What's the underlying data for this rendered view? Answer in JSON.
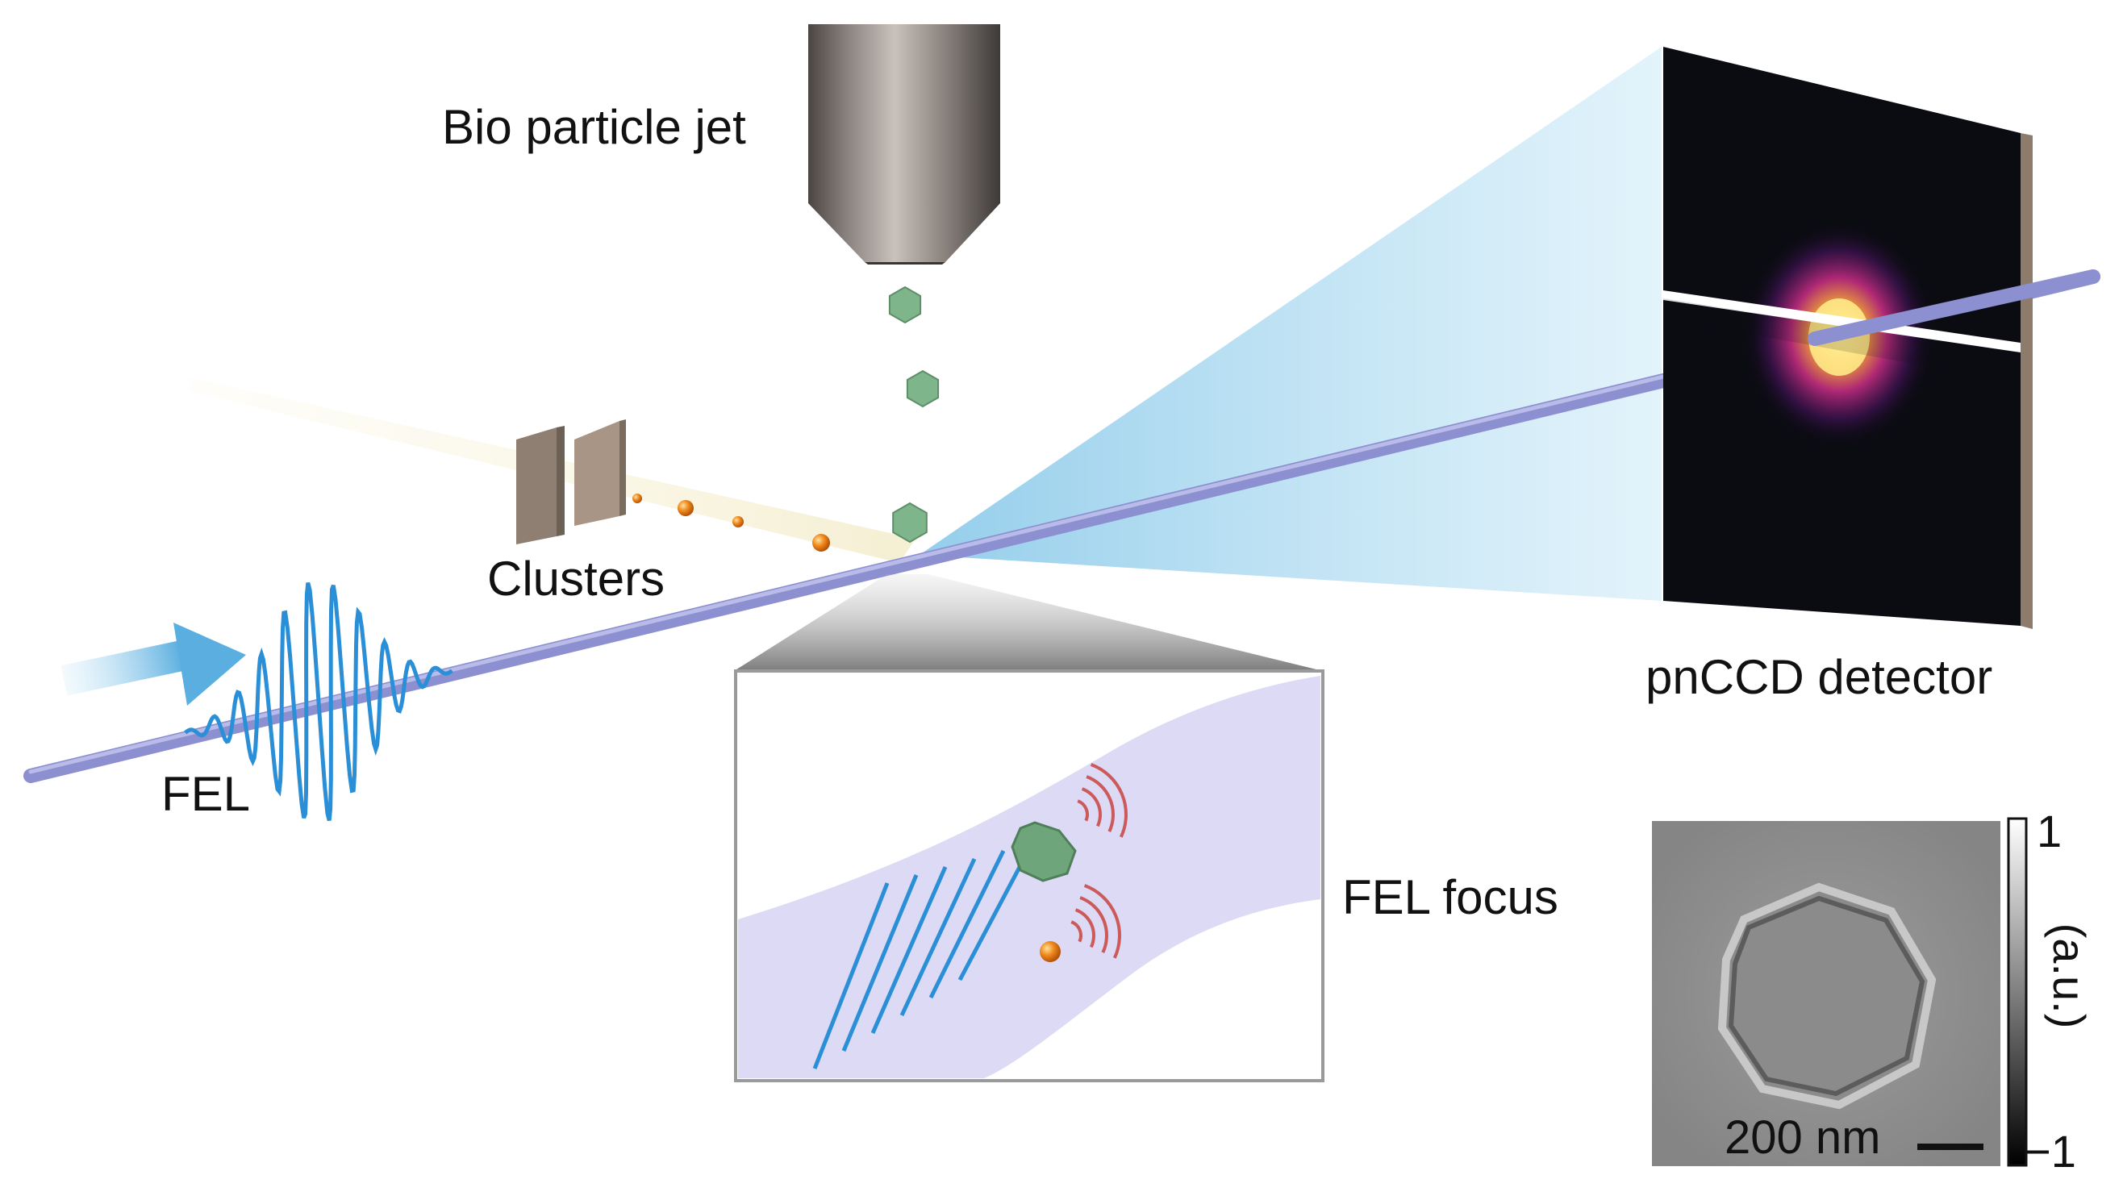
{
  "labels": {
    "jet": "Bio particle jet",
    "clusters": "Clusters",
    "fel": "FEL",
    "fel_focus": "FEL focus",
    "detector": "pnCCD detector",
    "scale_bar": "200 nm",
    "colorbar_max": "1",
    "colorbar_min": "−1",
    "colorbar_unit": "(a.u.)"
  },
  "colors": {
    "beam": "#8c8fd0",
    "cone": "#bfe3f5",
    "particle": "#7fb58a",
    "cluster": "#f08a1c",
    "wave": "#2a8fd6",
    "scatter_arcs": "#cc5a5a",
    "focus_fill": "#dcdaf4",
    "detector": "#0b0b12"
  },
  "icons": [
    "nozzle-icon",
    "virus-particle-icon",
    "cluster-source-icon",
    "xray-pulse-icon",
    "arrow-icon"
  ]
}
